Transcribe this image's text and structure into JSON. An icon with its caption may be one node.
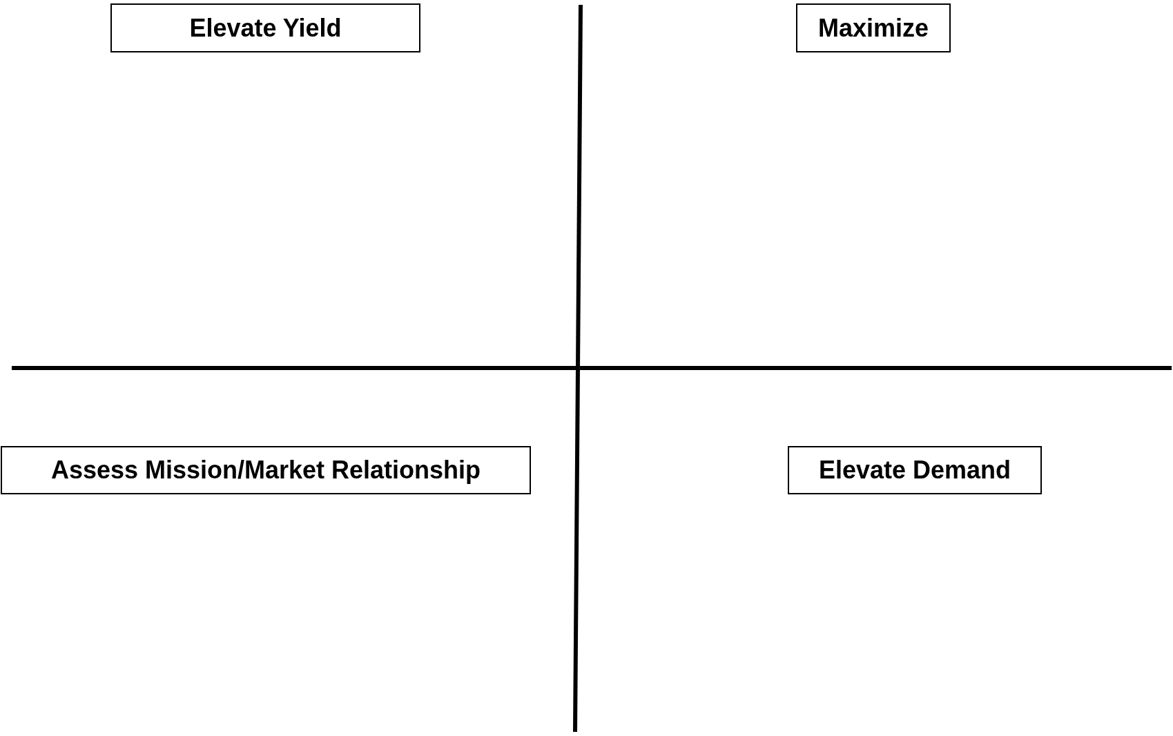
{
  "diagram": {
    "nodes": [
      {
        "text": [
          "Elevate Yield"
        ]
      },
      {
        "text": [
          "Maximize"
        ]
      },
      {
        "text": [
          "Assess Mission/Market Relationship"
        ]
      },
      {
        "text": [
          "Elevate Demand"
        ]
      }
    ]
  }
}
